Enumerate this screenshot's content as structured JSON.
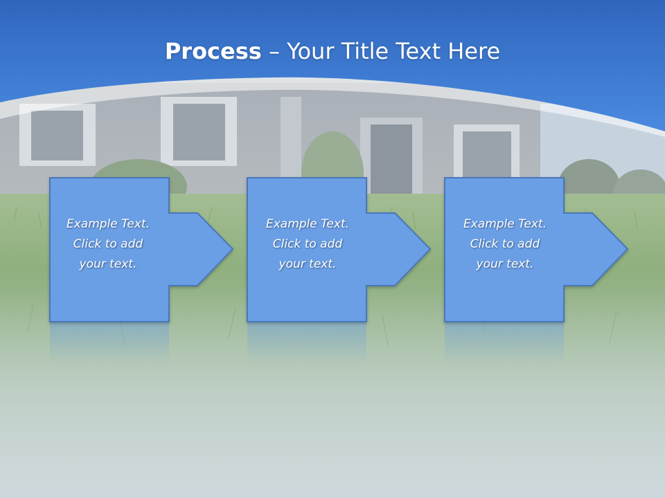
{
  "slide": {
    "title_bold": "Process",
    "title_rest": " – Your Title Text Here"
  },
  "steps": [
    {
      "text": "Example Text.\nClick  to add\nyour text."
    },
    {
      "text": "Example Text.\nClick  to add\nyour text."
    },
    {
      "text": "Example Text.\nClick  to add\nyour text."
    }
  ],
  "colors": {
    "header_blue": "#3f80d3",
    "shape_fill": "#6a9fe6",
    "shape_stroke": "#4a77b8",
    "grass": "#8fb07e"
  },
  "icons": [
    "arrow-right-icon",
    "arrow-right-icon",
    "arrow-right-icon"
  ]
}
